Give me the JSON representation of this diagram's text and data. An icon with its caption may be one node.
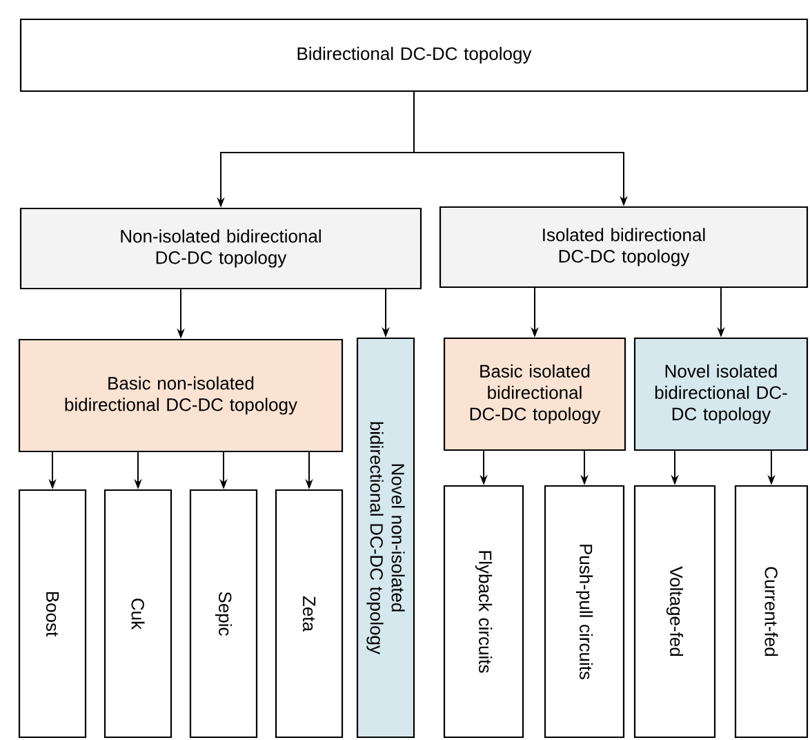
{
  "diagram": {
    "nodes": [
      {
        "text": [
          "Bidirectional DC-DC topology"
        ]
      },
      {
        "text": [
          "Non-isolated bidirectional DC-DC topology"
        ]
      },
      {
        "text": [
          "Isolated bidirectional DC-DC topology"
        ]
      },
      {
        "text": [
          "Basic non-isolated bidirectional DC-DC topology"
        ]
      },
      {
        "text": [
          "Novel non-isolated bidirectional DC-DC topology"
        ]
      },
      {
        "text": [
          "Basic isolated bidirectional DC-DC topology"
        ]
      },
      {
        "text": [
          "Novel isolated bidirectional DC-DC topology"
        ]
      },
      {
        "text": [
          "Boost"
        ]
      },
      {
        "text": [
          "Cuk"
        ]
      },
      {
        "text": [
          "Sepic"
        ]
      },
      {
        "text": [
          "Zeta"
        ]
      },
      {
        "text": [
          "Flyback circuits"
        ]
      },
      {
        "text": [
          "Push-pull circuits"
        ]
      },
      {
        "text": [
          "Voltage-fed"
        ]
      },
      {
        "text": [
          "Current-fed"
        ]
      }
    ],
    "edges": [
      {
        "from": 0,
        "to": 1,
        "arrow": "to"
      },
      {
        "from": 0,
        "to": 2,
        "arrow": "to"
      },
      {
        "from": 1,
        "to": 3,
        "arrow": "to"
      },
      {
        "from": 1,
        "to": 4,
        "arrow": "to"
      },
      {
        "from": 2,
        "to": 5,
        "arrow": "to"
      },
      {
        "from": 2,
        "to": 6,
        "arrow": "to"
      },
      {
        "from": 3,
        "to": 7,
        "arrow": "to"
      },
      {
        "from": 3,
        "to": 8,
        "arrow": "to"
      },
      {
        "from": 3,
        "to": 9,
        "arrow": "to"
      },
      {
        "from": 3,
        "to": 10,
        "arrow": "to"
      },
      {
        "from": 5,
        "to": 11,
        "arrow": "to"
      },
      {
        "from": 5,
        "to": 12,
        "arrow": "to"
      },
      {
        "from": 6,
        "to": 13,
        "arrow": "to"
      },
      {
        "from": 6,
        "to": 14,
        "arrow": "to"
      }
    ]
  }
}
